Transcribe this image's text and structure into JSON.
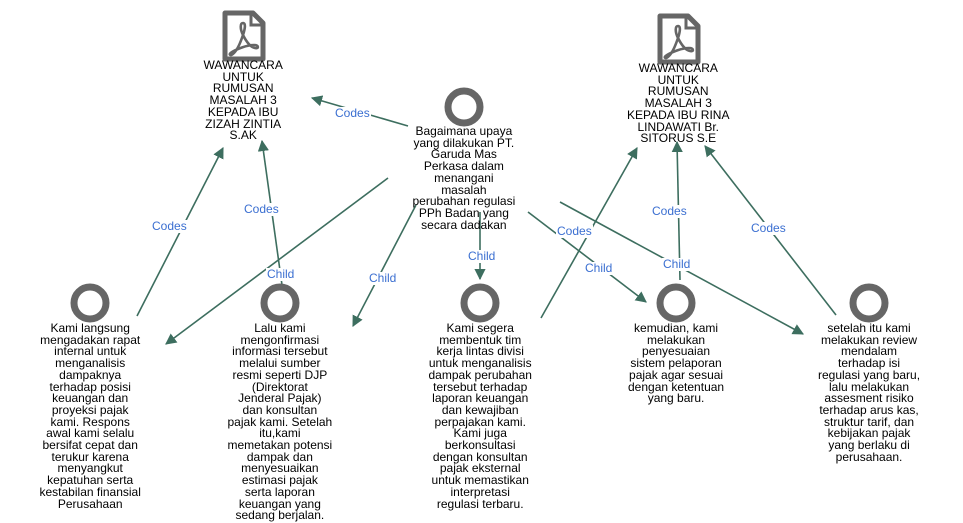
{
  "nodes": {
    "doc1": {
      "icon": "pdf-document-icon",
      "lines": [
        "WAWANCARA",
        "UNTUK",
        "RUMUSAN",
        "MASALAH 3",
        "KEPADA IBU",
        "ZIZAH ZINTIA",
        "S.AK"
      ]
    },
    "doc2": {
      "icon": "pdf-document-icon",
      "lines": [
        "WAWANCARA",
        "UNTUK",
        "RUMUSAN",
        "MASALAH 3",
        "KEPADA IBU RINA",
        "LINDAWATI Br.",
        "SITORUS S.E"
      ]
    },
    "question": {
      "icon": "circle-node-icon",
      "lines": [
        "Bagaimana upaya",
        "yang dilakukan PT.",
        "Garuda Mas",
        "Perkasa dalam",
        "menangani",
        "masalah",
        "perubahan regulasi",
        "PPh Badan yang",
        "secara dadakan"
      ]
    },
    "answer1": {
      "icon": "circle-node-icon",
      "lines": [
        "Kami langsung",
        "mengadakan rapat",
        "internal untuk",
        "menganalisis",
        "dampaknya",
        "terhadap posisi",
        "keuangan dan",
        "proyeksi pajak",
        "kami. Respons",
        "awal kami selalu",
        "bersifat cepat dan",
        "terukur karena",
        "menyangkut",
        "kepatuhan serta",
        "kestabilan finansial",
        "Perusahaan"
      ]
    },
    "answer2": {
      "icon": "circle-node-icon",
      "lines": [
        "Lalu kami",
        "mengonfirmasi",
        "informasi tersebut",
        "melalui sumber",
        "resmi seperti DJP",
        "(Direktorat",
        "Jenderal Pajak)",
        "dan konsultan",
        "pajak kami. Setelah",
        "itu,kami",
        "memetakan potensi",
        "dampak dan",
        "menyesuaikan",
        "estimasi pajak",
        "serta laporan",
        "keuangan yang",
        "sedang berjalan."
      ]
    },
    "answer3": {
      "icon": "circle-node-icon",
      "lines": [
        "Kami segera",
        "membentuk tim",
        "kerja lintas divisi",
        "untuk menganalisis",
        "dampak perubahan",
        "tersebut terhadap",
        "laporan keuangan",
        "dan kewajiban",
        "perpajakan kami.",
        "Kami juga",
        "berkonsultasi",
        "dengan konsultan",
        "pajak eksternal",
        "untuk memastikan",
        "interpretasi",
        "regulasi terbaru."
      ]
    },
    "answer4": {
      "icon": "circle-node-icon",
      "lines": [
        "kemudian, kami",
        "melakukan",
        "penyesuaian",
        "sistem pelaporan",
        "pajak agar sesuai",
        "dengan ketentuan",
        "yang baru."
      ]
    },
    "answer5": {
      "icon": "circle-node-icon",
      "lines": [
        "setelah itu kami",
        "melakukan review",
        "mendalam",
        "terhadap isi",
        "regulasi yang baru,",
        "lalu melakukan",
        "assesment risiko",
        "terhadap arus kas,",
        "struktur tarif, dan",
        "kebijakan pajak",
        "yang berlaku di",
        "perusahaan."
      ]
    }
  },
  "edges": [
    {
      "from": "answer1",
      "to": "doc1",
      "label": "Codes"
    },
    {
      "from": "answer2",
      "to": "doc1",
      "label": "Codes"
    },
    {
      "from": "question",
      "to": "doc1",
      "label": "Codes"
    },
    {
      "from": "question",
      "to": "answer1",
      "label": "Child"
    },
    {
      "from": "question",
      "to": "answer2",
      "label": "Child"
    },
    {
      "from": "question",
      "to": "answer3",
      "label": "Child"
    },
    {
      "from": "question",
      "to": "answer4",
      "label": "Child"
    },
    {
      "from": "question",
      "to": "answer5",
      "label": "Child"
    },
    {
      "from": "answer3",
      "to": "doc2",
      "label": "Codes"
    },
    {
      "from": "answer4",
      "to": "doc2",
      "label": "Codes"
    },
    {
      "from": "answer5",
      "to": "doc2",
      "label": "Codes"
    }
  ],
  "colors": {
    "edge": "#3d6e5f",
    "edge_label": "#3b6fd1",
    "node_ring": "#666666",
    "doc_icon": "#666666"
  }
}
